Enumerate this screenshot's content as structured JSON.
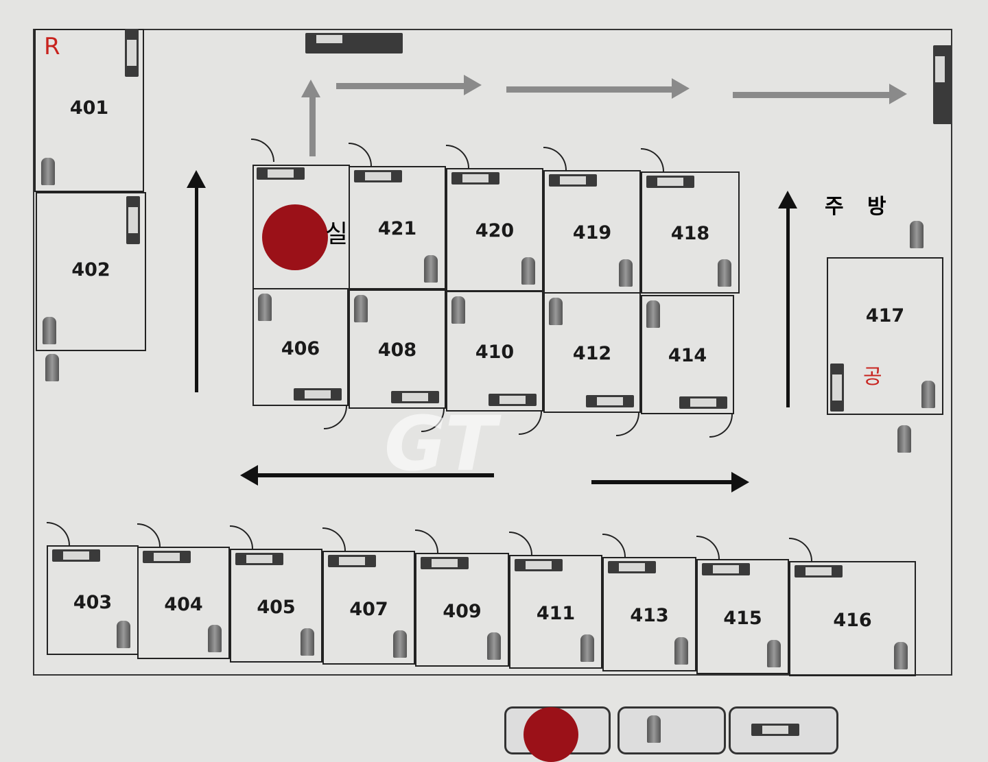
{
  "plan": {
    "corner_mark": "R",
    "kitchen_label": "주 방",
    "marked_room_label": "실",
    "room_417_note": "공",
    "watermark": "GT",
    "rooms": [
      "401",
      "402",
      "421",
      "420",
      "419",
      "418",
      "406",
      "408",
      "410",
      "412",
      "414",
      "417",
      "403",
      "404",
      "405",
      "407",
      "409",
      "411",
      "413",
      "415",
      "416"
    ]
  },
  "colors": {
    "red_marker": "#9b1118",
    "note_red": "#c8231e",
    "arrow_gray": "#8a8a8a",
    "arrow_black": "#111111"
  }
}
